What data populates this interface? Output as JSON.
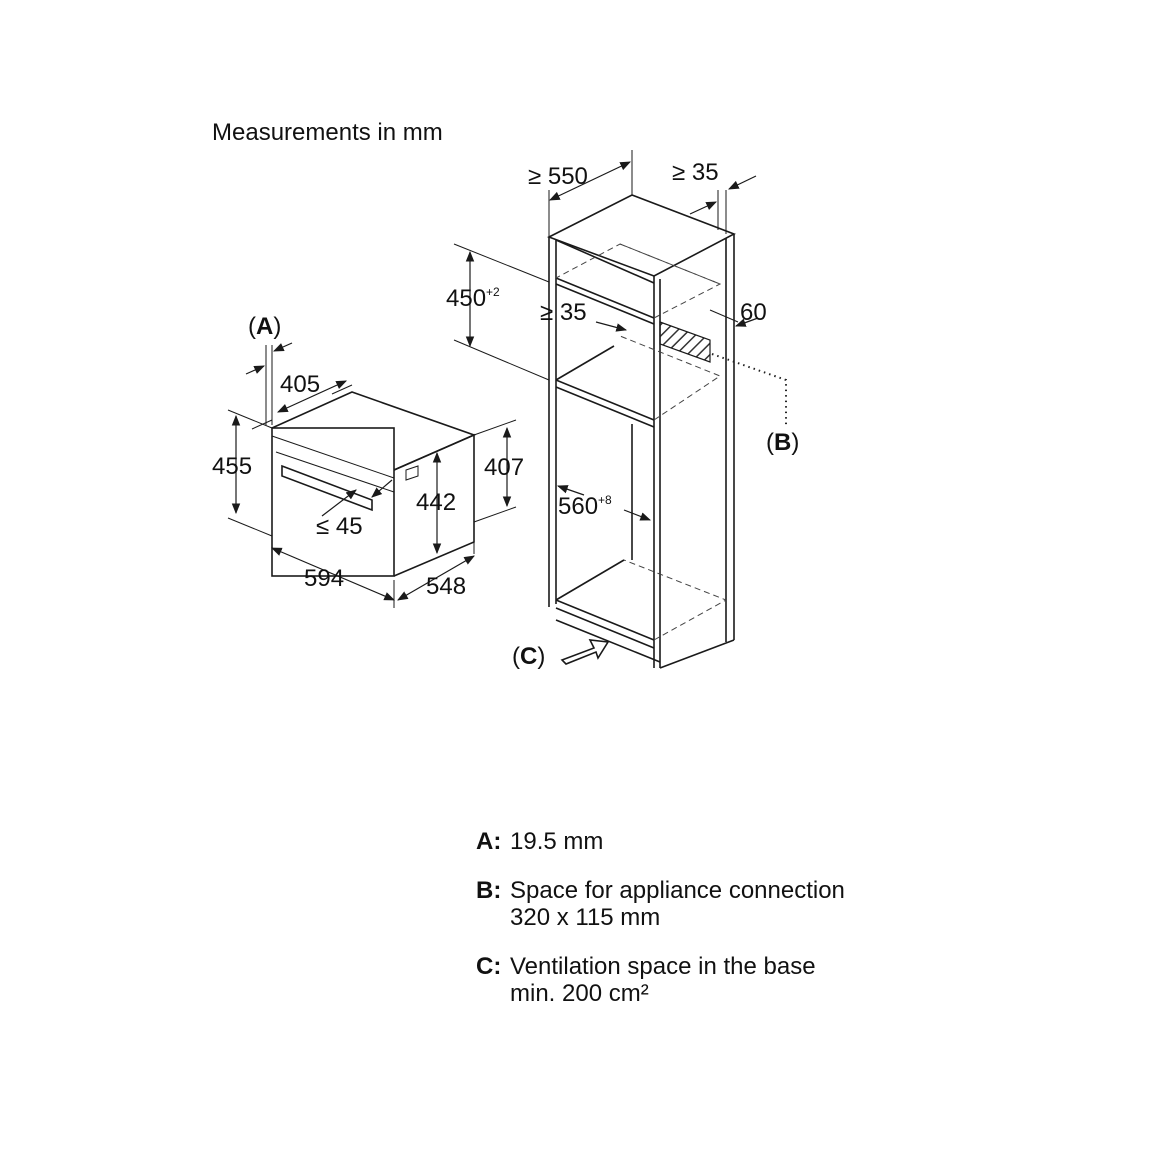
{
  "title": "Measurements in mm",
  "oven_dims": {
    "a_marker": "A",
    "depth_405": "405",
    "height_455": "455",
    "height_442": "442",
    "height_407": "407",
    "handle_45": "≤ 45",
    "width_594": "594",
    "depth_548": "548"
  },
  "cabinet_dims": {
    "depth_550": "≥ 550",
    "gap_35_top": "≥ 35",
    "height_450": "450",
    "height_450_tol": "+2",
    "gap_35_inner": "≥ 35",
    "width_60": "60",
    "width_560": "560",
    "width_560_tol": "+8",
    "b_marker": "B",
    "c_marker": "C"
  },
  "legend": [
    {
      "key": "A:",
      "text": "19.5 mm"
    },
    {
      "key": "B:",
      "text": "Space for appliance connection\n320 x 115 mm"
    },
    {
      "key": "C:",
      "text": "Ventilation space in the base\nmin. 200 cm²"
    }
  ]
}
